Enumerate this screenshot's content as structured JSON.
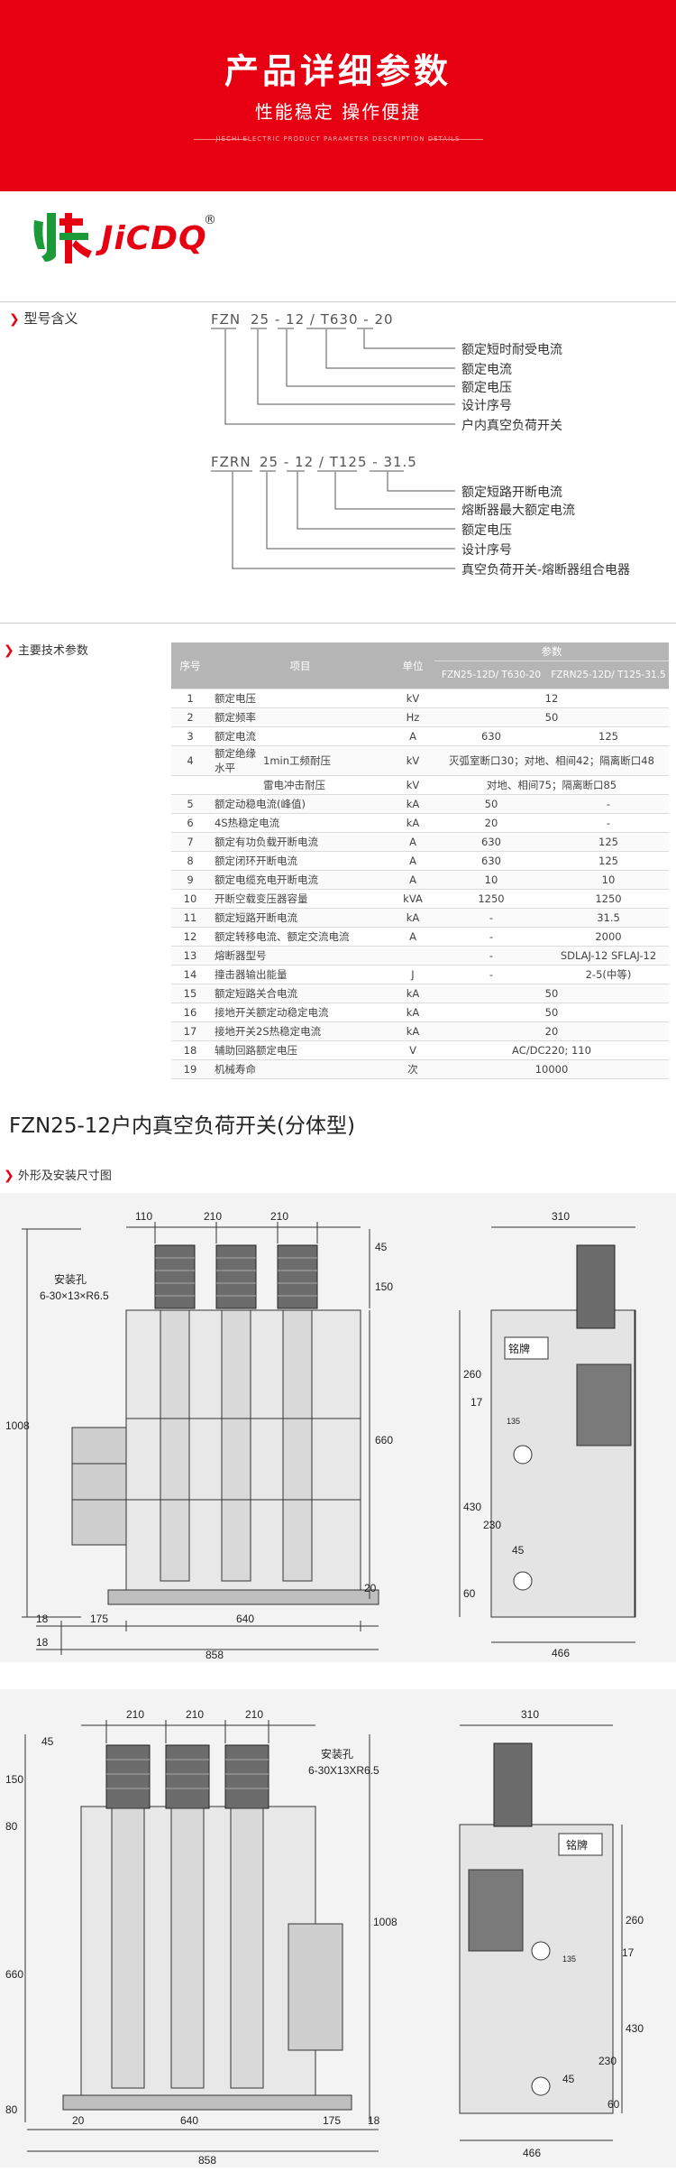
{
  "header": {
    "title": "产品详细参数",
    "subtitle": "性能稳定 操作便捷",
    "small_text": "JIECHI ELECTRIC PRODUCT PARAMETER DESCRIPTION DETAILS"
  },
  "brand": {
    "logo_text": "JiCDQ",
    "registered": "®",
    "color": "#e60012",
    "logo_green": "#1c9a3a"
  },
  "model_section": {
    "title": "型号含义",
    "model1": {
      "code_a": "FZN",
      "code_b": "25 - 12 / T630 - 20",
      "meanings": [
        "额定短时耐受电流",
        "额定电流",
        "额定电压",
        "设计序号",
        "户内真空负荷开关"
      ]
    },
    "model2": {
      "code_a": "FZRN",
      "code_b": "25 - 12 / T125 - 31.5",
      "meanings": [
        "额定短路开断电流",
        "熔断器最大额定电流",
        "额定电压",
        "设计序号",
        "真空负荷开关-熔断器组合电器"
      ]
    }
  },
  "params_section": {
    "title": "主要技术参数",
    "headers": {
      "index": "序号",
      "item": "项目",
      "unit": "单位",
      "params": "参数",
      "col1": "FZN25-12D/ T630-20",
      "col2": "FZRN25-12D/ T125-31.5"
    },
    "rows": [
      {
        "no": "1",
        "item": "额定电压",
        "unit": "kV",
        "merged": "12"
      },
      {
        "no": "2",
        "item": "额定频率",
        "unit": "Hz",
        "merged": "50"
      },
      {
        "no": "3",
        "item": "额定电流",
        "unit": "A",
        "v1": "630",
        "v2": "125"
      },
      {
        "no": "4",
        "item": "额定绝缘水平",
        "sub": "1min工频耐压",
        "unit": "kV",
        "merged": "灭弧室断口30；对地、相间42；隔离断口48"
      },
      {
        "no": "",
        "item": "",
        "sub": "雷电冲击耐压",
        "unit": "kV",
        "merged": "对地、相间75；隔离断口85"
      },
      {
        "no": "5",
        "item": "额定动稳电流(峰值)",
        "unit": "kA",
        "v1": "50",
        "v2": "-"
      },
      {
        "no": "6",
        "item": "4S热稳定电流",
        "unit": "kA",
        "v1": "20",
        "v2": "-"
      },
      {
        "no": "7",
        "item": "额定有功负载开断电流",
        "unit": "A",
        "v1": "630",
        "v2": "125"
      },
      {
        "no": "8",
        "item": "额定闭环开断电流",
        "unit": "A",
        "v1": "630",
        "v2": "125"
      },
      {
        "no": "9",
        "item": "额定电缆充电开断电流",
        "unit": "A",
        "v1": "10",
        "v2": "10"
      },
      {
        "no": "10",
        "item": "开断空载变压器容量",
        "unit": "kVA",
        "v1": "1250",
        "v2": "1250"
      },
      {
        "no": "11",
        "item": "额定短路开断电流",
        "unit": "kA",
        "v1": "-",
        "v2": "31.5"
      },
      {
        "no": "12",
        "item": "额定转移电流、额定交流电流",
        "unit": "A",
        "v1": "-",
        "v2": "2000"
      },
      {
        "no": "13",
        "item": "熔断器型号",
        "unit": "",
        "v1": "-",
        "v2": "SDLAJ-12 SFLAJ-12"
      },
      {
        "no": "14",
        "item": "撞击器输出能量",
        "unit": "J",
        "v1": "-",
        "v2": "2-5(中等)"
      },
      {
        "no": "15",
        "item": "额定短路关合电流",
        "unit": "kA",
        "merged": "50"
      },
      {
        "no": "16",
        "item": "接地开关额定动稳定电流",
        "unit": "kA",
        "merged": "50"
      },
      {
        "no": "17",
        "item": "接地开关2S热稳定电流",
        "unit": "kA",
        "merged": "20"
      },
      {
        "no": "18",
        "item": "辅助回路额定电压",
        "unit": "V",
        "merged": "AC/DC220; 110"
      },
      {
        "no": "19",
        "item": "机械寿命",
        "unit": "次",
        "merged": "10000"
      }
    ]
  },
  "product_title": "FZN25-12户内真空负荷开关(分体型)",
  "dimension_section": {
    "title": "外形及安装尺寸图",
    "drawing1": {
      "install_label": "安装孔",
      "install_spec": "6-30×13×R6.5",
      "nameplate": "铭牌",
      "dims": {
        "d110": "110",
        "d210a": "210",
        "d210b": "210",
        "d45": "45",
        "d150": "150",
        "d1008": "1008",
        "d660": "660",
        "d20": "20",
        "d18a": "18",
        "d175": "175",
        "d640": "640",
        "d18b": "18",
        "d858": "858",
        "d310": "310",
        "d260": "260",
        "d17": "17",
        "d135": "135",
        "d430": "430",
        "d230": "230",
        "d45b": "45",
        "d60": "60",
        "d466": "466"
      }
    },
    "drawing2": {
      "install_label": "安装孔",
      "install_spec": "6-30X13XR6.5",
      "nameplate": "铭牌",
      "dims": {
        "d210a": "210",
        "d210b": "210",
        "d210c": "210",
        "d45": "45",
        "d150": "150",
        "d80": "80",
        "d1008": "1008",
        "d660": "660",
        "d80b": "80",
        "d20": "20",
        "d640": "640",
        "d175": "175",
        "d18": "18",
        "d858": "858",
        "d310": "310",
        "d260": "260",
        "d17": "17",
        "d135": "135",
        "d430": "430",
        "d230": "230",
        "d45b": "45",
        "d60": "60",
        "d466": "466"
      }
    }
  }
}
